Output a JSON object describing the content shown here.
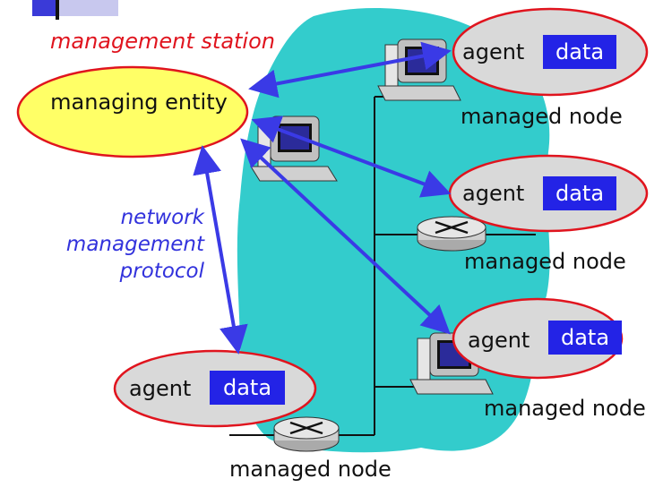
{
  "station_label": "management station",
  "managing_entity": "managing entity",
  "protocol_label": "network management protocol",
  "agents": [
    {
      "agent": "agent",
      "data": "data",
      "node_label": "managed node"
    },
    {
      "agent": "agent",
      "data": "data",
      "node_label": "managed node"
    },
    {
      "agent": "agent",
      "data": "data",
      "node_label": "managed node"
    },
    {
      "agent": "agent",
      "data": "data",
      "node_label": "managed node"
    }
  ],
  "colors": {
    "network_cloud": "#33cccc",
    "managing_fill": "#ffff66",
    "agent_fill": "#d9d9d9",
    "ellipse_stroke": "#e0141e",
    "arrow": "#3a3ae6",
    "data_box": "#2323e6",
    "station_text": "#e0141e",
    "protocol_text": "#3232dc"
  }
}
